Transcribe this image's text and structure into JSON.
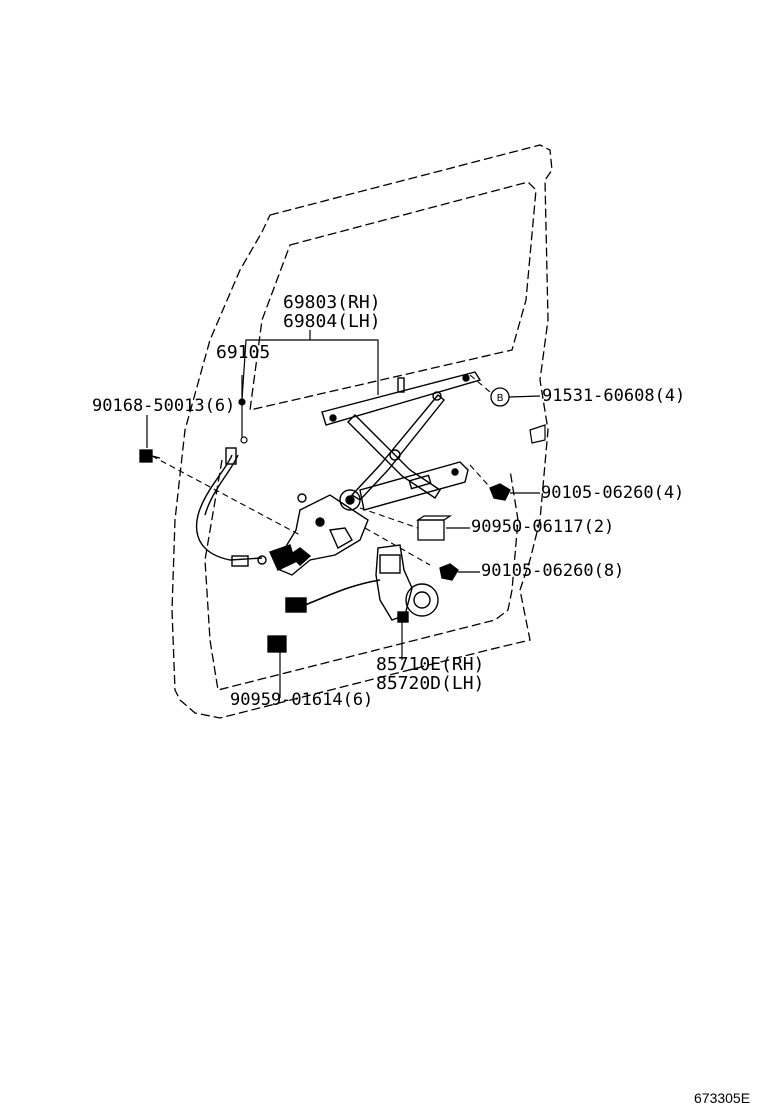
{
  "parts": {
    "regulator_rh": "69803(RH)",
    "regulator_lh": "69804(LH)",
    "cable": "69105",
    "screw_left": "90168-50013(6)",
    "washer_b": "91531-60608(4)",
    "bolt_upper": "90105-06260(4)",
    "pad": "90950-06117(2)",
    "bolt_lower": "90105-06260(8)",
    "motor_rh": "85710E(RH)",
    "motor_lh": "85720D(LH)",
    "clip": "90959-01614(6)"
  },
  "callout_letter": "B",
  "figure_id": "673305E"
}
